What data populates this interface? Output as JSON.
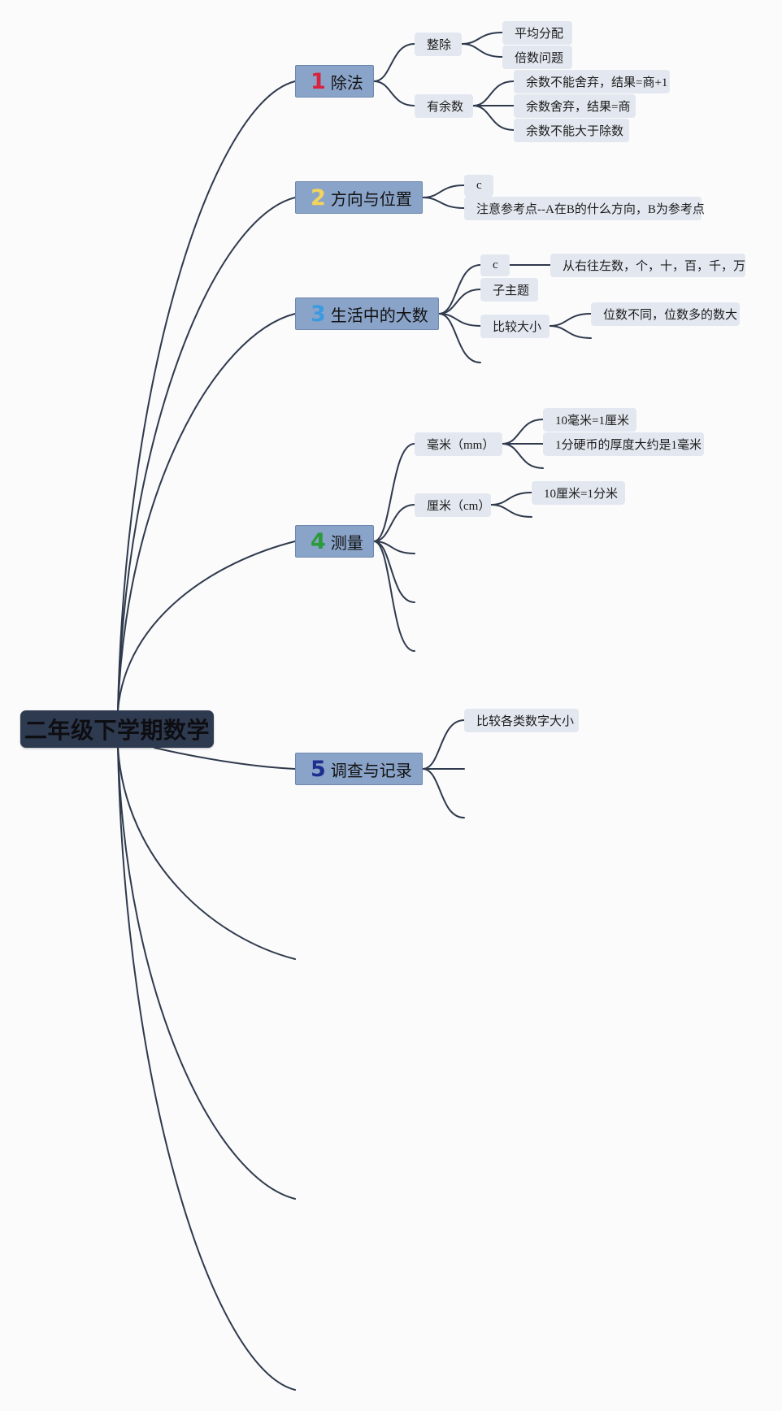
{
  "colors": {
    "background": "#fbfbfc",
    "root_fill": "#2e3a50",
    "main_topic_fill": "#8aa3c8",
    "subtopic_fill": "#e3e8f0",
    "connector": "#2f3a4d",
    "badge_1": "#d8233f",
    "badge_2": "#f4d55a",
    "badge_3": "#3a9be0",
    "badge_4": "#2a9a3a",
    "badge_5": "#1c2f8f"
  },
  "root": {
    "label": "二年级下学期数学"
  },
  "topics": [
    {
      "badge": "1",
      "label": "除法",
      "children": [
        {
          "label": "整除",
          "children": [
            {
              "label": "平均分配"
            },
            {
              "label": "倍数问题"
            }
          ]
        },
        {
          "label": "有余数",
          "children": [
            {
              "label": "余数不能舍弃，结果=商+1"
            },
            {
              "label": "余数舍弃，结果=商"
            },
            {
              "label": "余数不能大于除数"
            }
          ]
        }
      ]
    },
    {
      "badge": "2",
      "label": "方向与位置",
      "children": [
        {
          "label": "c"
        },
        {
          "label": "注意参考点--A在B的什么方向，B为参考点"
        }
      ]
    },
    {
      "badge": "3",
      "label": "生活中的大数",
      "children": [
        {
          "label": "c",
          "children": [
            {
              "label": "从右往左数，个，十，百，千，万"
            }
          ]
        },
        {
          "label": "子主题"
        },
        {
          "label": "比较大小",
          "children": [
            {
              "label": "位数不同，位数多的数大"
            }
          ]
        }
      ]
    },
    {
      "badge": "4",
      "label": "测量",
      "children": [
        {
          "label": "毫米（mm）",
          "children": [
            {
              "label": "10毫米=1厘米"
            },
            {
              "label": "1分硬币的厚度大约是1毫米"
            }
          ]
        },
        {
          "label": "厘米（cm）",
          "children": [
            {
              "label": "10厘米=1分米"
            }
          ]
        }
      ]
    },
    {
      "badge": "5",
      "label": "调查与记录",
      "children": [
        {
          "label": "比较各类数字大小"
        }
      ]
    }
  ]
}
